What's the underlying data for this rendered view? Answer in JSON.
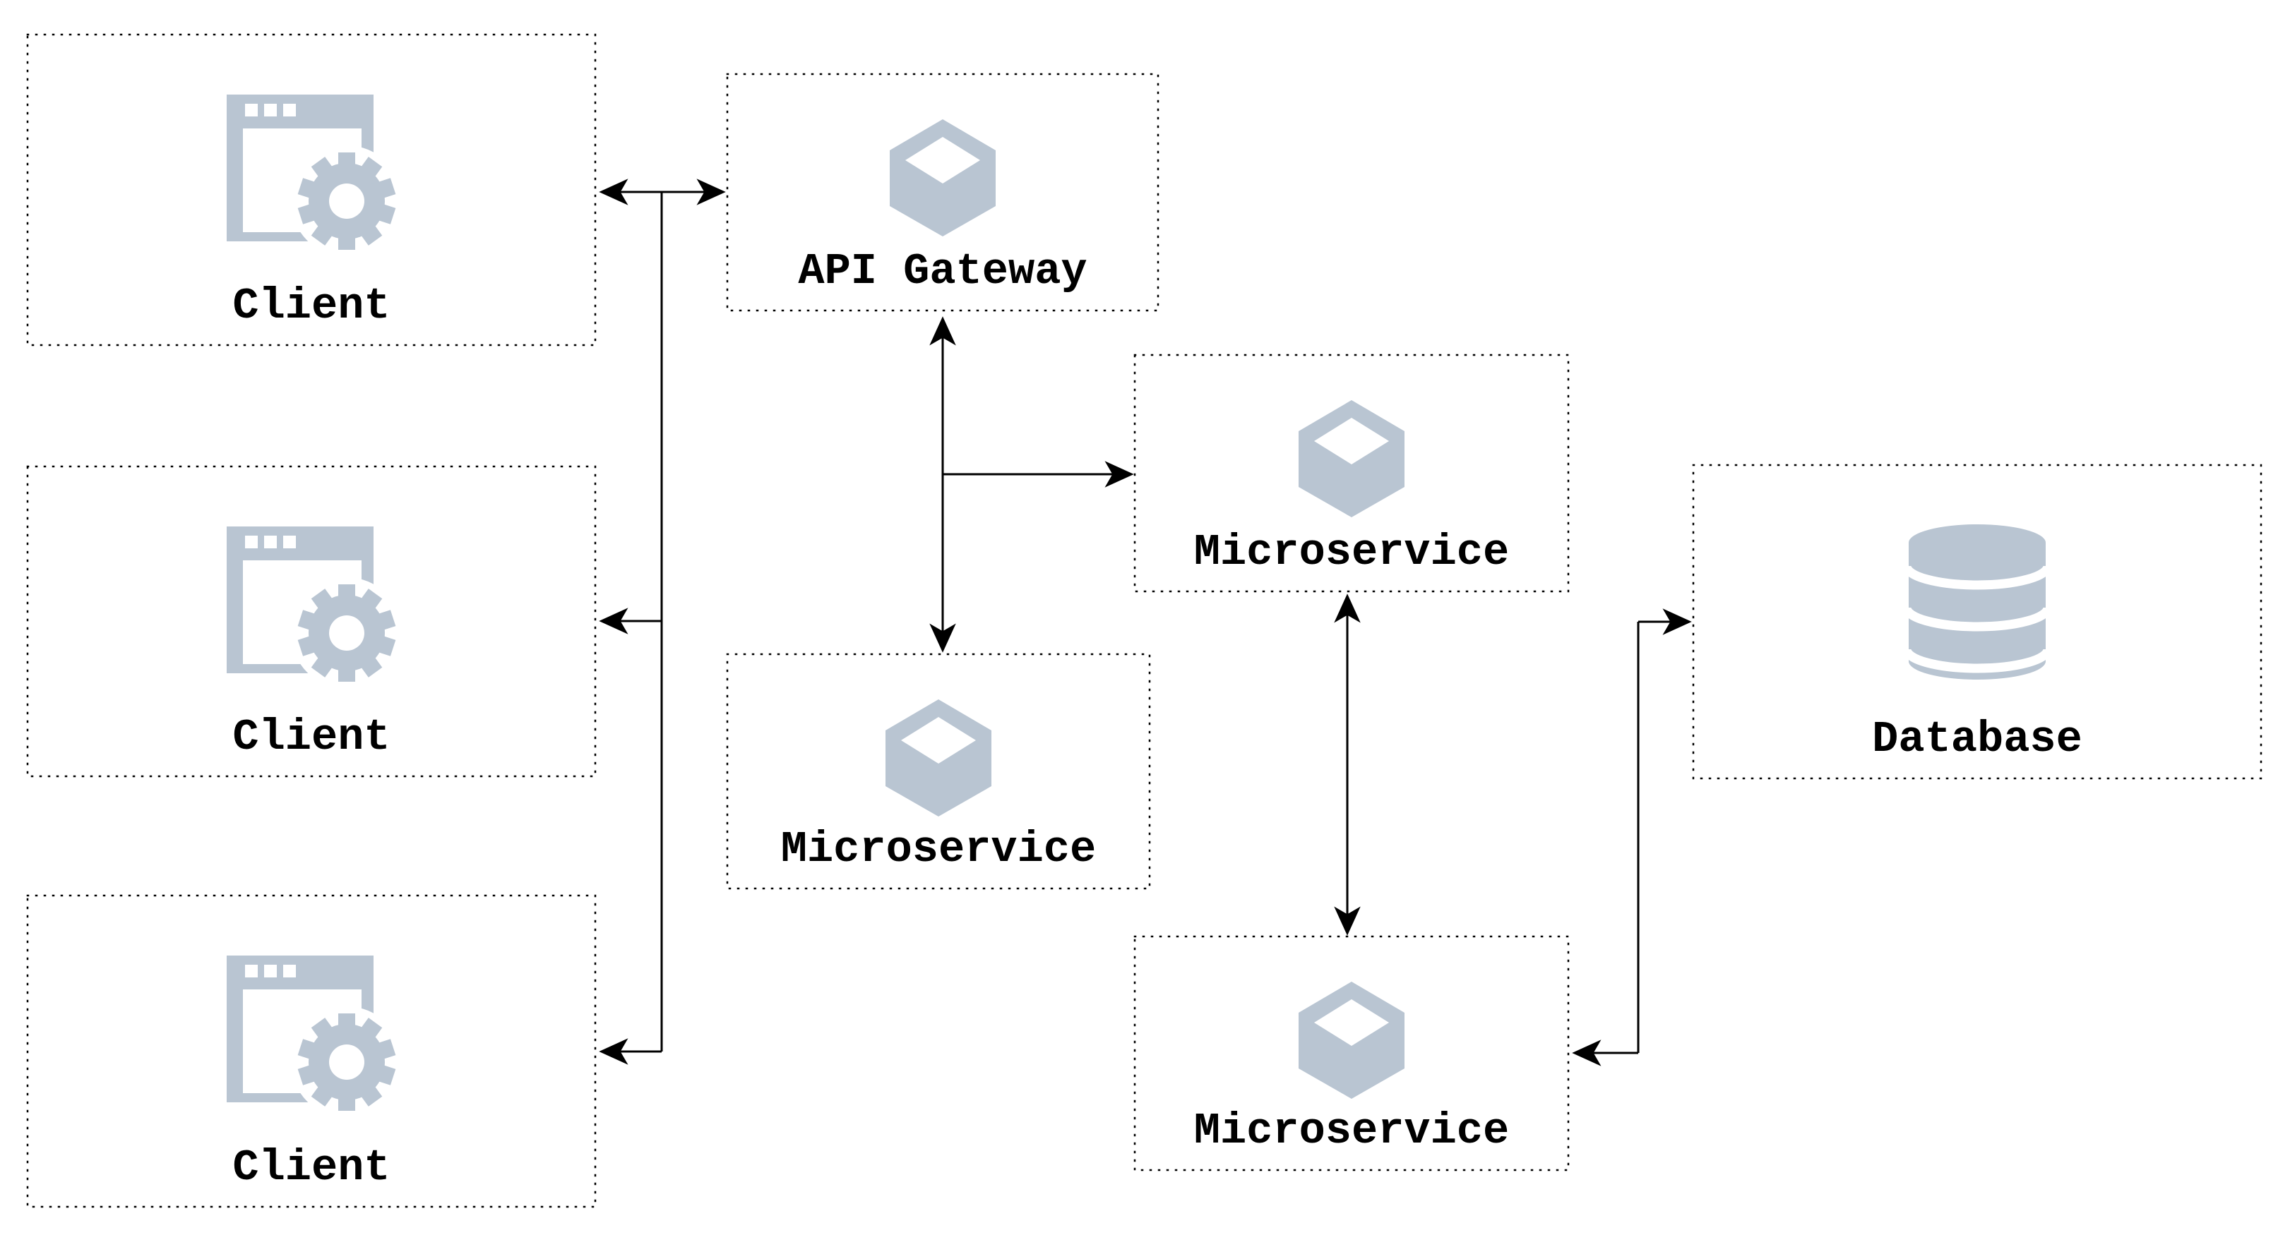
{
  "theme": {
    "bg_color": "#ffffff",
    "icon_color": "#b9c5d2",
    "line_color": "#000000",
    "label_color": "#000000"
  },
  "nodes": {
    "client_1": {
      "label": "Client",
      "icon": "browser-gear-icon"
    },
    "client_2": {
      "label": "Client",
      "icon": "browser-gear-icon"
    },
    "client_3": {
      "label": "Client",
      "icon": "browser-gear-icon"
    },
    "api_gateway": {
      "label": "API Gateway",
      "icon": "package-cube-icon"
    },
    "microservice_right": {
      "label": "Microservice",
      "icon": "package-cube-icon"
    },
    "microservice_center": {
      "label": "Microservice",
      "icon": "package-cube-icon"
    },
    "microservice_bottom": {
      "label": "Microservice",
      "icon": "package-cube-icon"
    },
    "database": {
      "label": "Database",
      "icon": "database-cylinder-icon"
    }
  },
  "edges": [
    {
      "from": "client_1",
      "to": "api_gateway",
      "bidirectional": true
    },
    {
      "from": "client_2",
      "to": "api_gateway",
      "bidirectional": true
    },
    {
      "from": "client_3",
      "to": "api_gateway",
      "bidirectional": true
    },
    {
      "from": "api_gateway",
      "to": "microservice_center",
      "bidirectional": true
    },
    {
      "from": "api_gateway",
      "to": "microservice_right",
      "bidirectional": false
    },
    {
      "from": "microservice_right",
      "to": "microservice_bottom",
      "bidirectional": true
    },
    {
      "from": "microservice_bottom",
      "to": "database",
      "bidirectional": true
    }
  ]
}
